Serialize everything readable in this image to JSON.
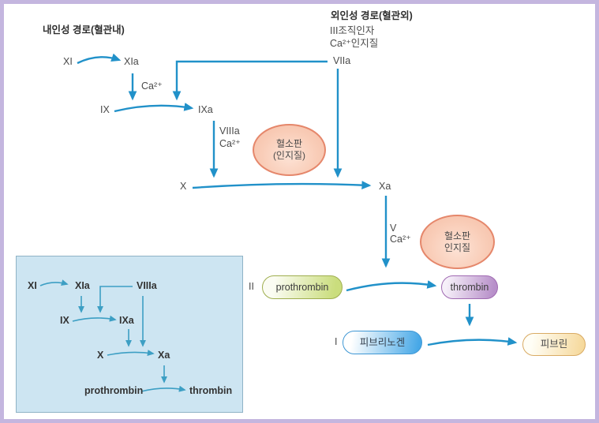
{
  "frame": {
    "border_color": "#c4b6df",
    "background": "#ffffff"
  },
  "colors": {
    "main_arrow": "#2191c9",
    "inset_arrow": "#3d9fc4",
    "inset_box_bg": "#cde5f2",
    "ellipse_fill": "#f8c9b4",
    "ellipse_border": "#e5876b"
  },
  "headers": {
    "intrinsic_title": "내인성 경로(혈관내)",
    "extrinsic_title": "외인성 경로(혈관외)",
    "extrinsic_line1": "III조직인자",
    "extrinsic_line2": "Ca²⁺인지질"
  },
  "nodes": {
    "xi": "XI",
    "xia": "XIa",
    "ix": "IX",
    "ixa": "IXa",
    "viia": "VIIa",
    "x": "X",
    "xa": "Xa"
  },
  "cofactors": {
    "ca_xia": "Ca²⁺",
    "viiia": "VIIIa",
    "ca_ixa": "Ca²⁺",
    "v": "V",
    "ca_xa": "Ca²⁺"
  },
  "ellipses": {
    "platelet1_line1": "혈소판",
    "platelet1_line2": "(인지질)",
    "platelet2_line1": "혈소판",
    "platelet2_line2": "인지질"
  },
  "factor_numbers": {
    "ii": "II",
    "i": "I"
  },
  "pills": {
    "prothrombin": "prothrombin",
    "thrombin": "thrombin",
    "fibrinogen": "피브리노겐",
    "fibrin": "피브린"
  },
  "inset": {
    "xi": "XI",
    "xia": "XIa",
    "viiia": "VIIIa",
    "ix": "IX",
    "ixa": "IXa",
    "x": "X",
    "xa": "Xa",
    "prothrombin": "prothrombin",
    "thrombin": "thrombin"
  }
}
